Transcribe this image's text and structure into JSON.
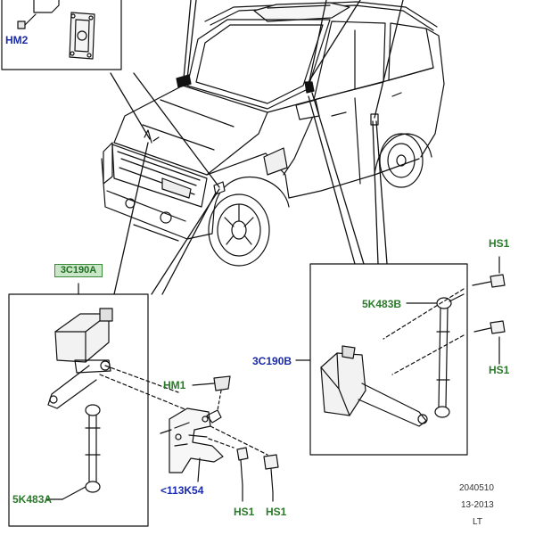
{
  "labels": {
    "hm2": "HM2",
    "part_3c190a": "3C190A",
    "hm1": "HM1",
    "part_113k54": "<113K54",
    "part_5k483a": "5K483A",
    "hs1_bottom_left": "HS1",
    "hs1_bottom_right": "HS1",
    "part_5k483b": "5K483B",
    "part_3c190b": "3C190B",
    "hs1_right_top": "HS1",
    "hs1_right_bottom": "HS1"
  },
  "reference": {
    "line1": "2040510",
    "line2": "13-2013",
    "line3": "LT"
  },
  "colors": {
    "part_label": "#2a7a2a",
    "ref_label": "#1a2aa8",
    "tag_fill": "#c9e6c9",
    "line": "#111111"
  }
}
